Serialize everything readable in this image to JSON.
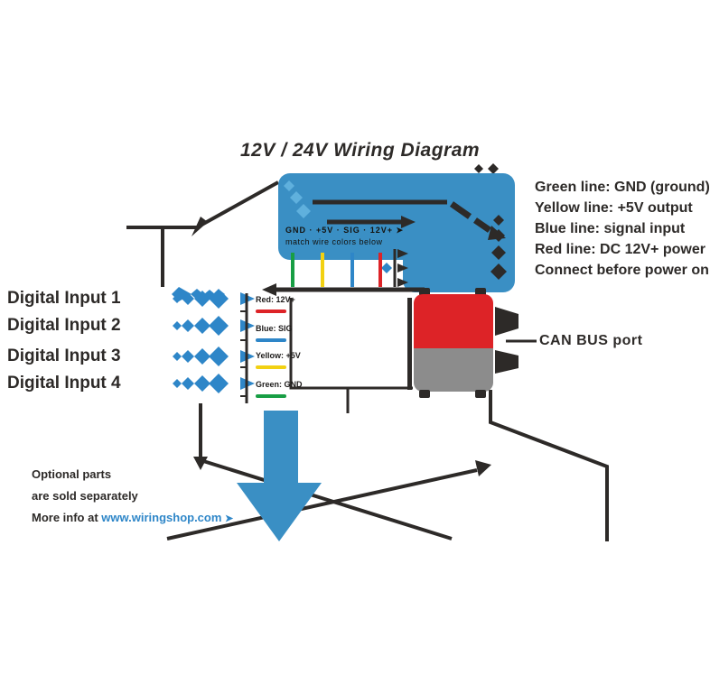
{
  "title": "12V / 24V Wiring Diagram",
  "module": {
    "pin_row1": "GND · +5V · SIG · 12V+ ➤",
    "pin_row2": "match wire colors below",
    "drop_wires": [
      {
        "name": "green-wire",
        "color": "#189e44"
      },
      {
        "name": "yellow-wire",
        "color": "#f2d112"
      },
      {
        "name": "blue-wire",
        "color": "#2e86c8"
      },
      {
        "name": "red-wire",
        "color": "#dd2327"
      }
    ]
  },
  "right_legend": [
    "Green line: GND (ground)",
    "Yellow line: +5V output",
    "Blue line: signal input",
    "Red line: DC 12V+ power",
    "Connect before power on"
  ],
  "left_inputs": [
    "Digital Input 1",
    "Digital Input 2",
    "Digital Input 3",
    "Digital Input 4"
  ],
  "harness": [
    {
      "label": "Red: 12V+",
      "color": "#dd2327"
    },
    {
      "label": "Blue: SIG",
      "color": "#2e86c8"
    },
    {
      "label": "Yellow: +5V",
      "color": "#f2d112"
    },
    {
      "label": "Green: GND",
      "color": "#189e44"
    }
  ],
  "device": {
    "port_label": "CAN BUS port",
    "top_color": "#dd2327",
    "bottom_color": "#8c8c8c"
  },
  "note": {
    "line1": "Optional parts",
    "line2": "are sold separately",
    "link_prefix": "More info at ",
    "link": "www.wiringshop.com",
    "link_arrow": "➤"
  },
  "colors": {
    "ink": "#2d2a28",
    "panel_blue": "#3a8fc4",
    "light_blue": "#5fb0dd",
    "red": "#dd2327",
    "gray": "#8c8c8c",
    "green": "#189e44",
    "yellow": "#f2d112",
    "wire_blue": "#2e86c8"
  }
}
